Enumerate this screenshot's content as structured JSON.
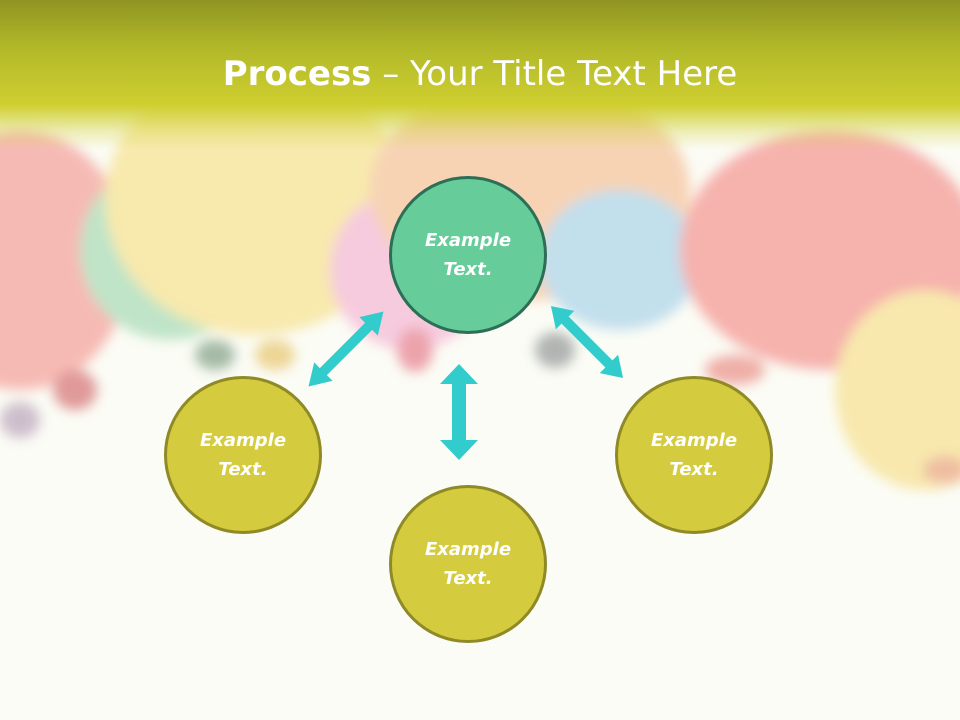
{
  "title": {
    "bold": "Process",
    "rest": " – Your Title Text Here"
  },
  "nodes": {
    "center": "Example Text.",
    "left": "Example Text.",
    "bottom": "Example Text.",
    "right": "Example Text."
  },
  "colors": {
    "header": "#cfcf30",
    "center_node": "#66cc99",
    "outer_node": "#d4cc3e",
    "arrow": "#33cccc"
  },
  "icons": [
    "double-arrow-icon"
  ]
}
